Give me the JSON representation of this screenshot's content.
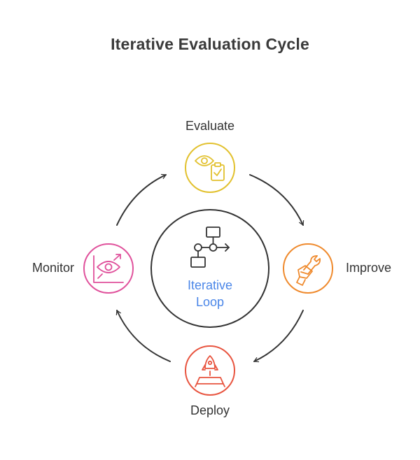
{
  "title": "Iterative Evaluation Cycle",
  "center": {
    "line1": "Iterative",
    "line2": "Loop",
    "icon": "flowchart-icon",
    "color": "#4a86e8"
  },
  "stages": [
    {
      "label": "Evaluate",
      "icon": "eye-clipboard-icon",
      "color": "#e2c12e"
    },
    {
      "label": "Improve",
      "icon": "hand-wrench-icon",
      "color": "#ef8a2d"
    },
    {
      "label": "Deploy",
      "icon": "rocket-launch-icon",
      "color": "#e8543f"
    },
    {
      "label": "Monitor",
      "icon": "eye-chart-icon",
      "color": "#e0529c"
    }
  ]
}
